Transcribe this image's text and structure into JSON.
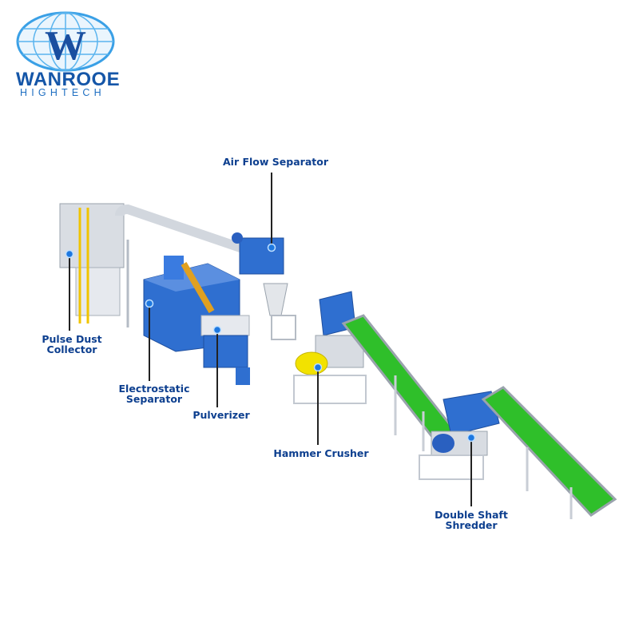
{
  "logo": {
    "name": "WANROOE",
    "subtitle": "HIGHTECH",
    "mark": "W"
  },
  "labels": {
    "air_flow_separator": "Air Flow Separator",
    "pulse_dust_collector": [
      "Pulse Dust",
      "Collector"
    ],
    "electrostatic_separator": [
      "Electrostatic",
      "Separator"
    ],
    "pulverizer": "Pulverizer",
    "hammer_crusher": "Hammer Crusher",
    "double_shaft_shredder": [
      "Double Shaft",
      "Shredder"
    ]
  },
  "colors": {
    "label_text": "#0d3f8f",
    "machine_blue": "#2f6fd0",
    "conveyor_green": "#2fbf2a",
    "crusher_yellow": "#f2e200",
    "frame_gray": "#c9ced6"
  }
}
